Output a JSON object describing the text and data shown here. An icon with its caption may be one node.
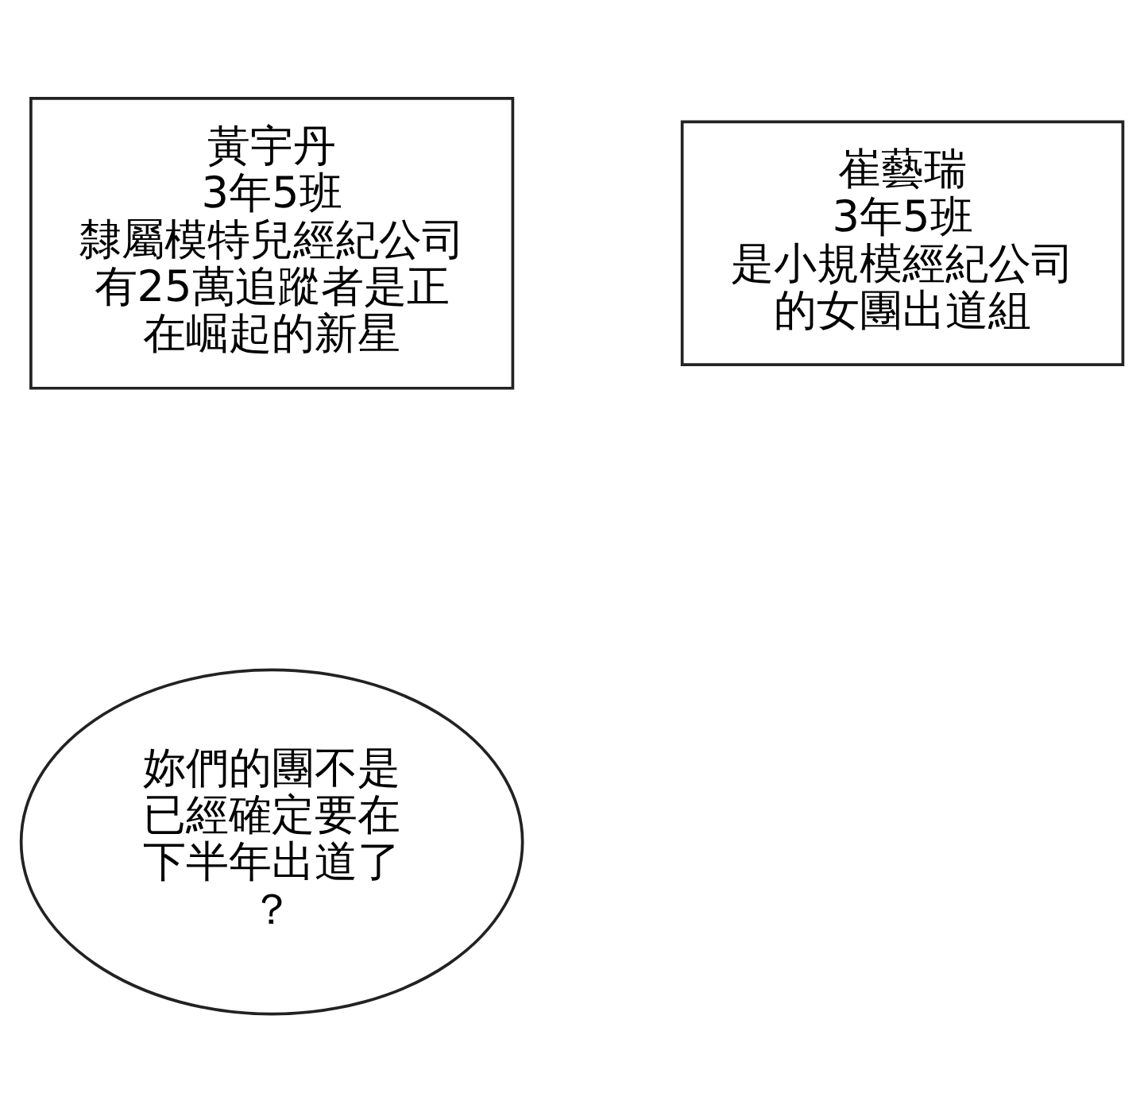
{
  "diagram": {
    "nodes": [
      {
        "text": [
          "黃宇丹",
          "3年5班",
          "隸屬模特兒經紀公司有25萬追蹤者是正在崛起的新星"
        ]
      },
      {
        "text": [
          "崔藝瑞",
          "3年5班",
          "是小規模經紀公司的女團出道組"
        ]
      },
      {
        "text": [
          "妳們的團不是已經確定要在下半年出道了？"
        ]
      }
    ],
    "edges": []
  }
}
